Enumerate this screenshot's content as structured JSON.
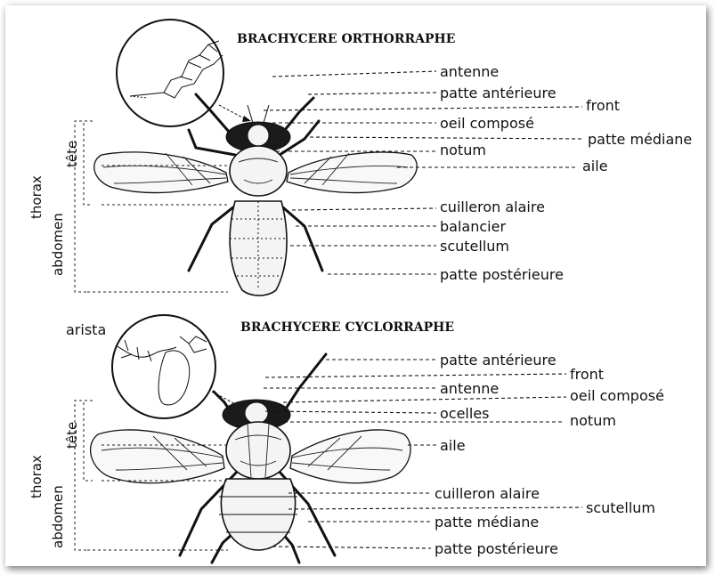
{
  "top": {
    "title": "BRACHYCERE ORTHORRAPHE",
    "labels": {
      "antenne": "antenne",
      "patte_anterieure": "patte antérieure",
      "front": "front",
      "oeil_compose": "oeil composé",
      "patte_mediane": "patte médiane",
      "notum": "notum",
      "aile": "aile",
      "cuilleron_alaire": "cuilleron alaire",
      "balancier": "balancier",
      "scutellum": "scutellum",
      "patte_posterieure": "patte postérieure"
    },
    "side": {
      "thorax": "thorax",
      "tete": "tête",
      "abdomen": "abdomen"
    }
  },
  "bottom": {
    "title": "BRACHYCERE CYCLORRAPHE",
    "arista": "arista",
    "labels": {
      "patte_anterieure": "patte antérieure",
      "front": "front",
      "antenne": "antenne",
      "oeil_compose": "oeil composé",
      "ocelles": "ocelles",
      "notum": "notum",
      "aile": "aile",
      "cuilleron_alaire": "cuilleron alaire",
      "scutellum": "scutellum",
      "patte_mediane": "patte médiane",
      "patte_posterieure": "patte postérieure"
    },
    "side": {
      "thorax": "thorax",
      "tete": "tête",
      "abdomen": "abdomen"
    }
  }
}
